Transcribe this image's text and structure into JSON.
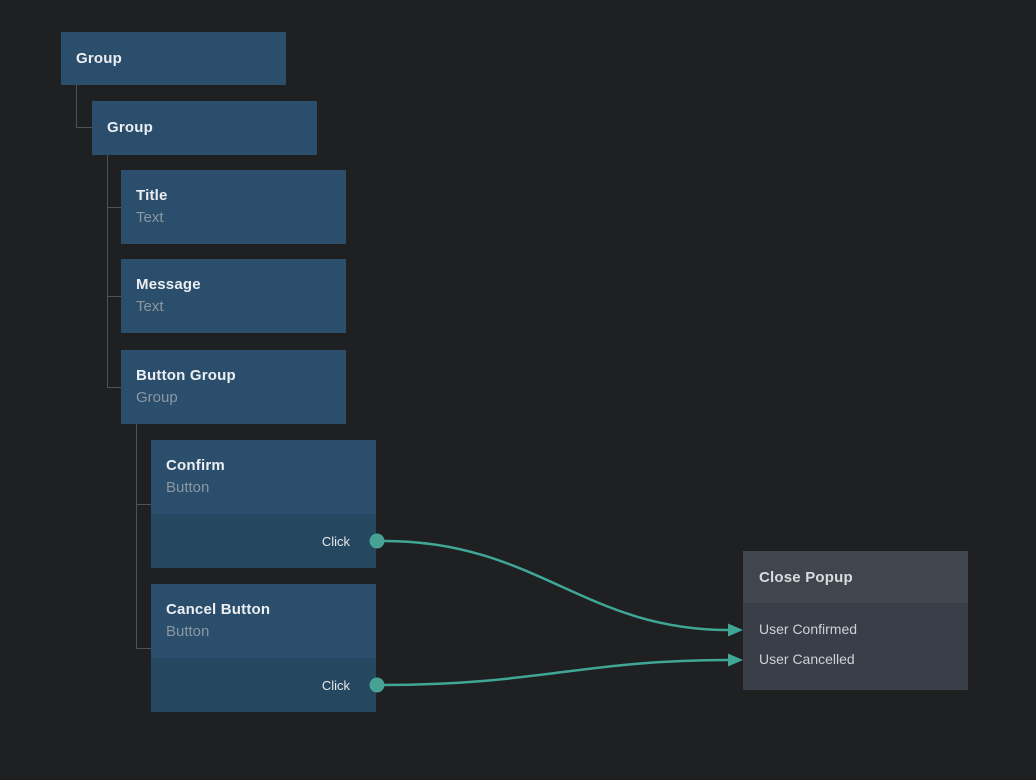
{
  "diagram": {
    "background": "#1f2022",
    "accent_teal": "#3fa796",
    "node_header_color": "#2b4e6d",
    "node_event_color": "#254760",
    "action_header_color": "#41454e",
    "action_body_color": "#3a3e48",
    "tree_line_color": "#4f5154"
  },
  "nodes": {
    "group1": {
      "title": "Group"
    },
    "group2": {
      "title": "Group"
    },
    "title": {
      "title": "Title",
      "type": "Text"
    },
    "message": {
      "title": "Message",
      "type": "Text"
    },
    "button_group": {
      "title": "Button Group",
      "type": "Group"
    },
    "confirm": {
      "title": "Confirm",
      "type": "Button",
      "event": "Click"
    },
    "cancel": {
      "title": "Cancel Button",
      "type": "Button",
      "event": "Click"
    }
  },
  "action_node": {
    "title": "Close Popup",
    "inputs": [
      "User Confirmed",
      "User Cancelled"
    ]
  },
  "connections": [
    {
      "from": "Confirm / Click",
      "to": "Close Popup / User Confirmed"
    },
    {
      "from": "Cancel Button / Click",
      "to": "Close Popup / User Cancelled"
    }
  ]
}
